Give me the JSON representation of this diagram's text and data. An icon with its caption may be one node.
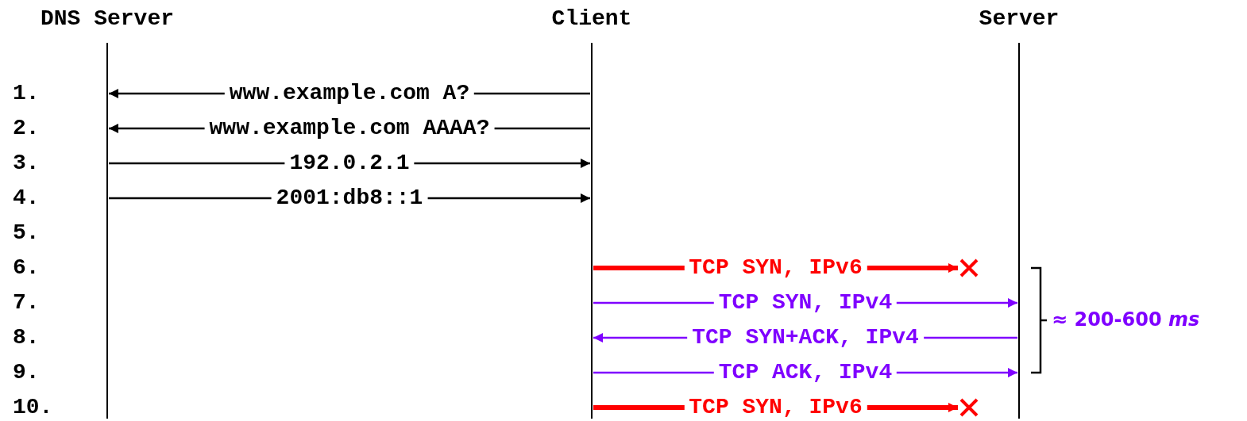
{
  "diagram": {
    "nodes": [
      {
        "text": [
          "DNS Server"
        ]
      },
      {
        "text": [
          "Client"
        ]
      },
      {
        "text": [
          "Server"
        ]
      },
      {
        "text": [],
        "shape": "cross"
      },
      {
        "text": [],
        "shape": "cross"
      }
    ],
    "edges": [
      {
        "from": 1,
        "to": 0,
        "arrow": "to",
        "label": "www.example.com A?"
      },
      {
        "from": 1,
        "to": 0,
        "arrow": "to",
        "label": "www.example.com AAAA?"
      },
      {
        "from": 0,
        "to": 1,
        "arrow": "to",
        "label": "192.0.2.1"
      },
      {
        "from": 0,
        "to": 1,
        "arrow": "to",
        "label": "2001:db8::1"
      },
      {
        "from": 1,
        "to": 3,
        "arrow": "to",
        "label": "TCP SYN, IPv6",
        "style": "thick",
        "color": "#ff0000"
      },
      {
        "from": 1,
        "to": 2,
        "arrow": "to",
        "label": "TCP SYN, IPv4",
        "color": "#7f00ff"
      },
      {
        "from": 2,
        "to": 1,
        "arrow": "to",
        "label": "TCP SYN+ACK, IPv4",
        "color": "#7f00ff"
      },
      {
        "from": 1,
        "to": 2,
        "arrow": "to",
        "label": "TCP ACK, IPv4",
        "color": "#7f00ff"
      },
      {
        "from": 1,
        "to": 4,
        "arrow": "to",
        "label": "TCP SYN, IPv6",
        "style": "thick",
        "color": "#ff0000"
      }
    ],
    "labels": [
      "1.",
      "2.",
      "3.",
      "4.",
      "5.",
      "6.",
      "7.",
      "8.",
      "9.",
      "10.",
      "≈ 200-600 *ms*"
    ]
  }
}
